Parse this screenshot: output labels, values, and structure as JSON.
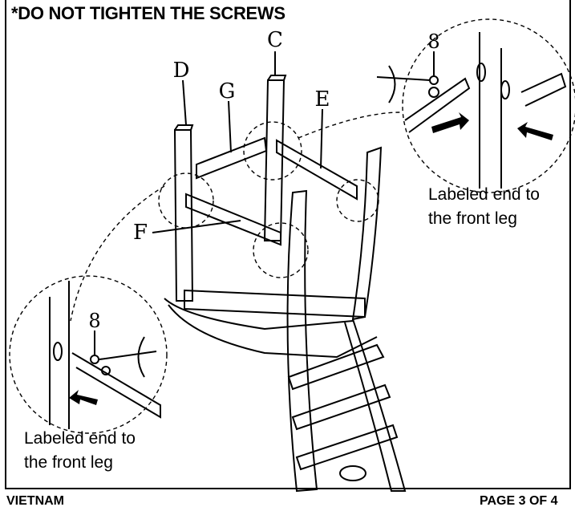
{
  "warning": "*DO NOT TIGHTEN THE SCREWS",
  "part_labels": {
    "C": "C",
    "D": "D",
    "G": "G",
    "E": "E",
    "F": "F"
  },
  "detail_right": {
    "screw_number": "8",
    "caption_line1": "Labeled end to",
    "caption_line2": "the front leg"
  },
  "detail_left": {
    "screw_number": "8",
    "caption_line1": "Labeled end to",
    "caption_line2": "the front leg"
  },
  "footer": {
    "left": "VIETNAM",
    "right": "PAGE 3 OF 4"
  }
}
